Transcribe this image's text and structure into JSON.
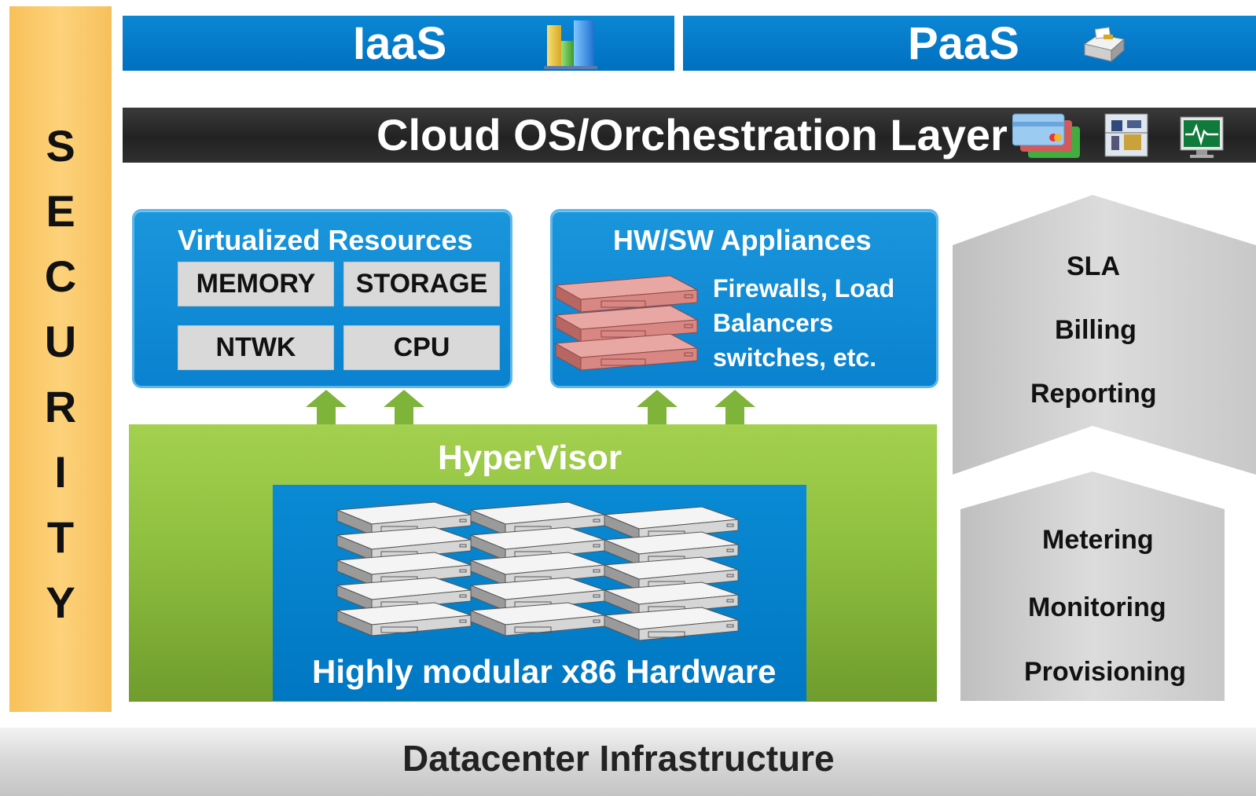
{
  "security": {
    "letters": [
      "S",
      "E",
      "C",
      "U",
      "R",
      "I",
      "T",
      "Y"
    ]
  },
  "top": {
    "iaas_label": "IaaS",
    "paas_label": "PaaS"
  },
  "os_layer": {
    "label": "Cloud OS/Orchestration Layer"
  },
  "virtualized": {
    "title": "Virtualized Resources",
    "resources": [
      "MEMORY",
      "STORAGE",
      "NTWK",
      "CPU"
    ]
  },
  "appliances": {
    "title": "HW/SW Appliances",
    "lines": [
      "Firewalls, Load",
      "Balancers",
      "switches, etc."
    ]
  },
  "hypervisor": {
    "title": "HyperVisor"
  },
  "hardware": {
    "title": "Highly modular x86 Hardware"
  },
  "services_upper": [
    "SLA",
    "Billing",
    "Reporting"
  ],
  "services_lower": [
    "Metering",
    "Monitoring",
    "Provisioning"
  ],
  "datacenter": {
    "label": "Datacenter Infrastructure"
  },
  "icons": [
    "bar-chart-icon",
    "printer-icon",
    "credit-card-icon",
    "circuit-board-icon",
    "monitor-pulse-icon",
    "server-icon",
    "arrow-up-icon"
  ],
  "colors": {
    "security": "#fdd27a",
    "blue": "#0a82cf",
    "green": "#8fbf3f",
    "dark": "#262626",
    "gray": "#d3d3d3"
  }
}
